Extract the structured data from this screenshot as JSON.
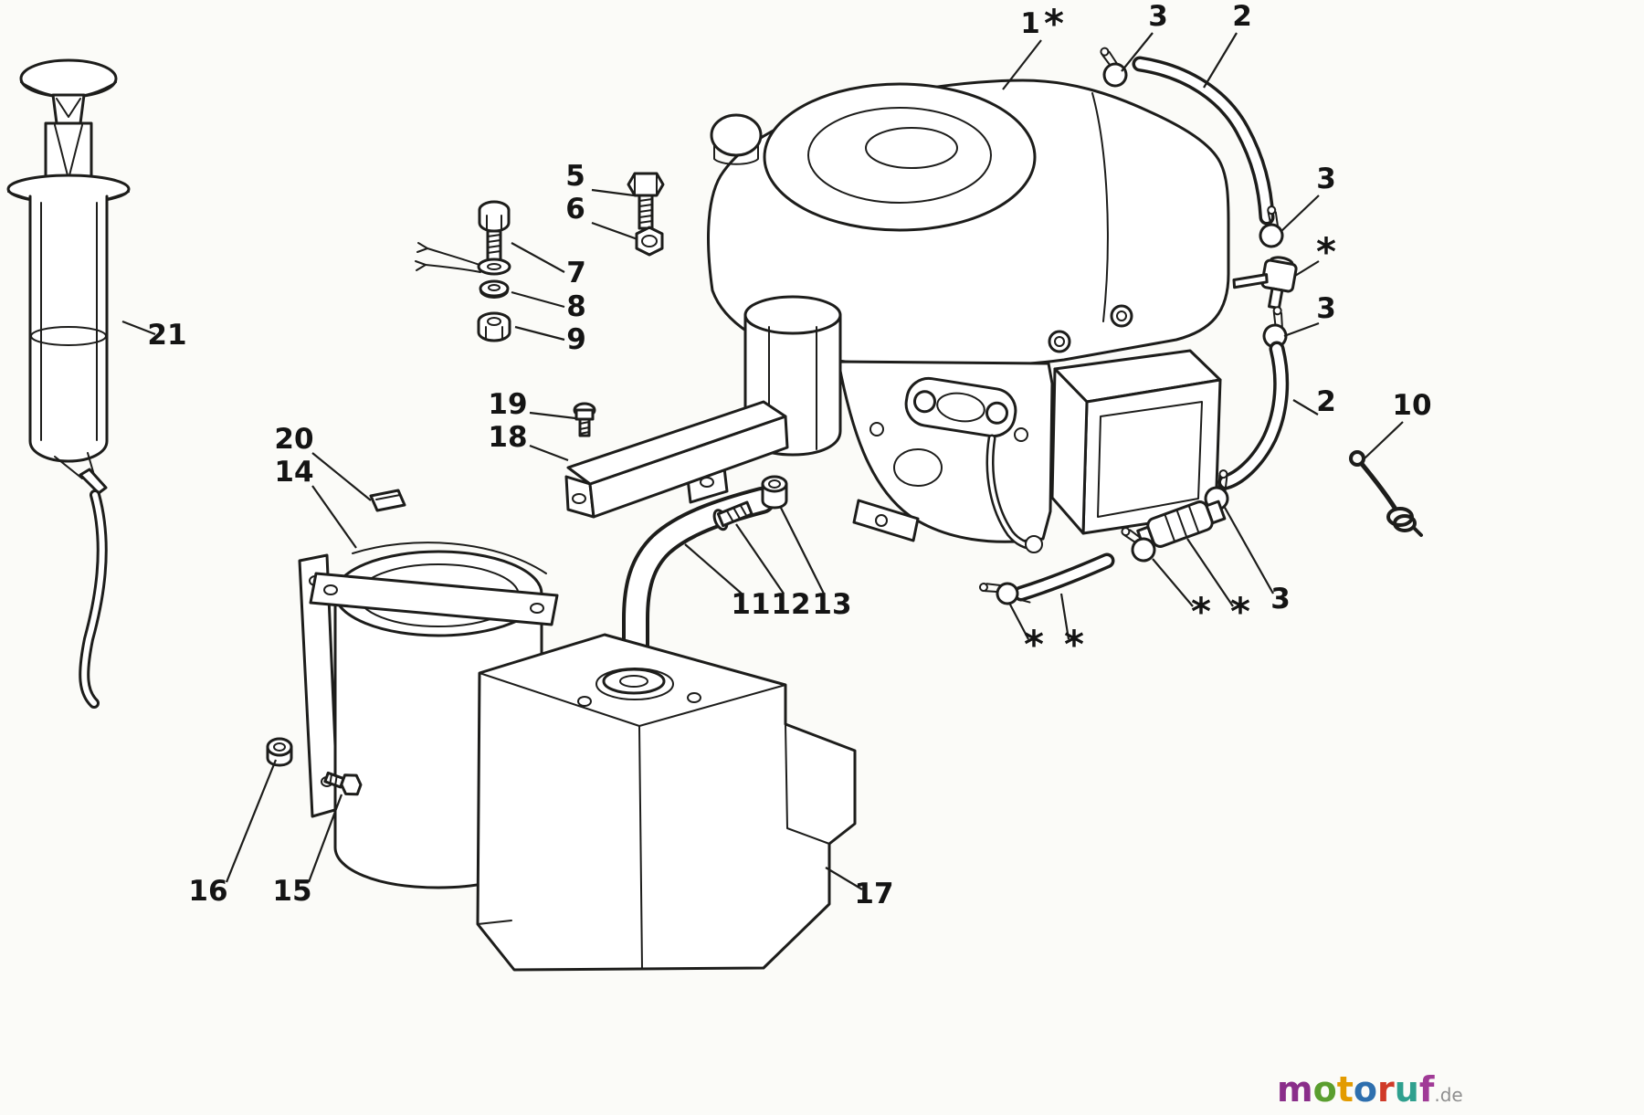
{
  "page": {
    "background": "#fbfbf8",
    "line_color": "#1d1d1b",
    "label_color": "#141414"
  },
  "labels": {
    "p1": "1",
    "star_1": "*",
    "p3_top": "3",
    "p2_top": "2",
    "p3_right_upper": "3",
    "star_valve": "*",
    "p3_right_lower": "3",
    "p2_right": "2",
    "p10": "10",
    "p5": "5",
    "p6": "6",
    "p7": "7",
    "p8": "8",
    "p9": "9",
    "p19": "19",
    "p18": "18",
    "p20": "20",
    "p14": "14",
    "p11": "11",
    "p12": "12",
    "p13": "13",
    "star_clamp_left": "*",
    "star_filter": "*",
    "p3_bottom": "3",
    "star_hose_clamp": "*",
    "star_hose": "*",
    "p16": "16",
    "p15": "15",
    "p17": "17",
    "p21": "21"
  },
  "logo": {
    "letters": [
      {
        "ch": "m",
        "color": "#8a2e8a"
      },
      {
        "ch": "o",
        "color": "#5a9e2f"
      },
      {
        "ch": "t",
        "color": "#e39b00"
      },
      {
        "ch": "o",
        "color": "#2e6fae"
      },
      {
        "ch": "r",
        "color": "#d03a28"
      },
      {
        "ch": "u",
        "color": "#2fa08e"
      },
      {
        "ch": "f",
        "color": "#a03a96"
      }
    ],
    "suffix": ".de",
    "suffix_color": "#8f8f8f"
  }
}
